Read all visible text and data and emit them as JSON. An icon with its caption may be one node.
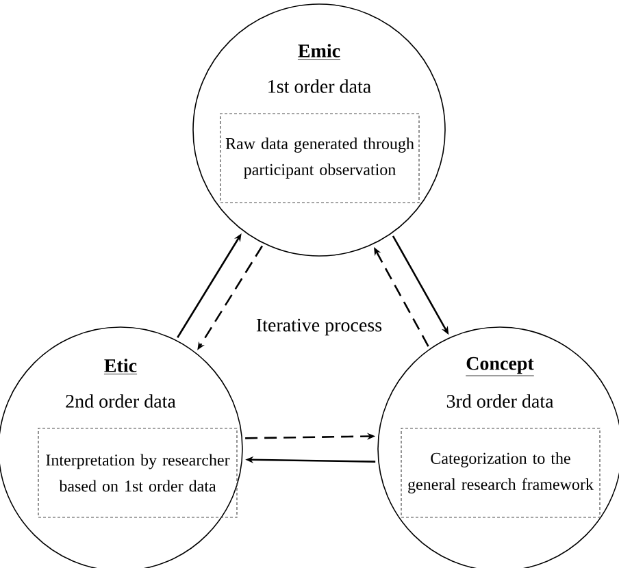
{
  "diagram": {
    "nodes": [
      {
        "text": [
          "Emic",
          "1st order data"
        ]
      },
      {
        "text": [
          "Raw data generated through participant observation"
        ],
        "in": 0
      },
      {
        "text": [
          "Etic",
          "2nd order data"
        ]
      },
      {
        "text": [
          "Interpretation by researcher based on 1st order data"
        ],
        "in": 2
      },
      {
        "text": [
          "Concept",
          "3rd order data"
        ]
      },
      {
        "text": [
          "Categorization to the general research framework"
        ],
        "in": 4
      }
    ],
    "edges": [
      {
        "from": 2,
        "to": 0,
        "arrow": "to"
      },
      {
        "from": 0,
        "to": 2,
        "arrow": "to",
        "style": "dashed"
      },
      {
        "from": 0,
        "to": 4,
        "arrow": "to"
      },
      {
        "from": 4,
        "to": 0,
        "arrow": "to",
        "style": "dashed"
      },
      {
        "from": 2,
        "to": 4,
        "arrow": "to",
        "style": "dashed"
      },
      {
        "from": 4,
        "to": 2,
        "arrow": "to"
      }
    ],
    "labels": [
      "Iterative process"
    ]
  }
}
